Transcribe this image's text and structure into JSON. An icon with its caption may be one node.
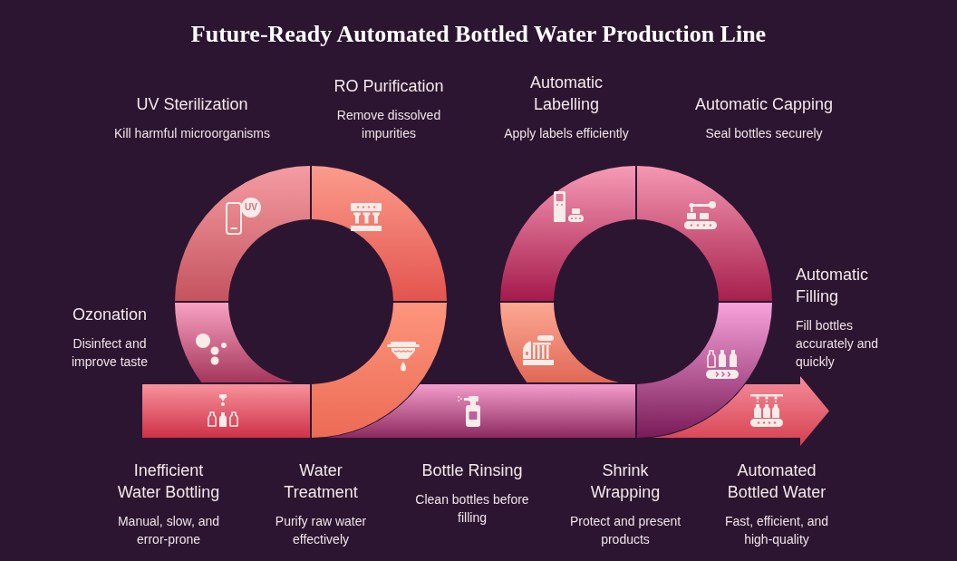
{
  "diagram": {
    "title": "Future-Ready Automated Bottled Water Production Line",
    "nodes": [
      {
        "text": [
          "Inefficient Water Bottling",
          "Manual, slow, and error-prone"
        ]
      },
      {
        "text": [
          "Water Treatment",
          "Purify raw water effectively"
        ]
      },
      {
        "text": [
          "RO Purification",
          "Remove dissolved impurities"
        ]
      },
      {
        "text": [
          "UV Sterilization",
          "Kill harmful microorganisms"
        ]
      },
      {
        "text": [
          "Ozonation",
          "Disinfect and improve taste"
        ]
      },
      {
        "text": [
          "Bottle Rinsing",
          "Clean bottles before filling"
        ]
      },
      {
        "text": [],
        "shape": "arc"
      },
      {
        "text": [
          "Automatic Labelling",
          "Apply labels efficiently"
        ]
      },
      {
        "text": [
          "Automatic Capping",
          "Seal bottles securely"
        ]
      },
      {
        "text": [
          "Automatic Filling",
          "Fill bottles accurately and quickly"
        ]
      },
      {
        "text": [
          "Automated Bottled Water",
          "Fast, efficient, and high-quality"
        ]
      }
    ],
    "labels": [
      "UV",
      "Shrink Wrapping",
      "Protect and present products"
    ]
  }
}
